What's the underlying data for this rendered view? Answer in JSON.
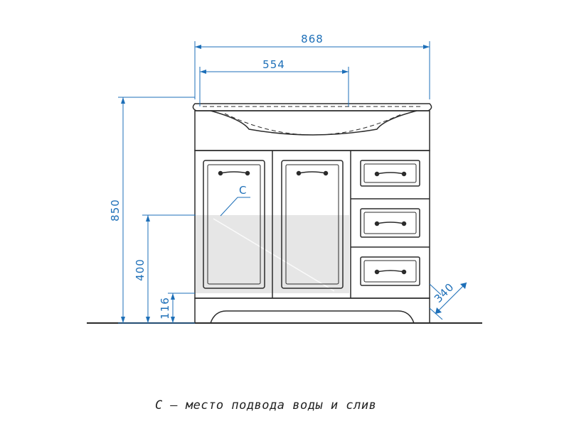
{
  "dimensions": {
    "overall_width": "868",
    "basin_width": "554",
    "total_height": "850",
    "utility_zone_height": "400",
    "plinth_height": "116",
    "depth": "340"
  },
  "marker_label": "C",
  "caption": "С – место подвода воды и слив",
  "colors": {
    "dimension": "#1d6fb8",
    "outline": "#2b2b2b",
    "hatch": "#e6e6e6"
  }
}
